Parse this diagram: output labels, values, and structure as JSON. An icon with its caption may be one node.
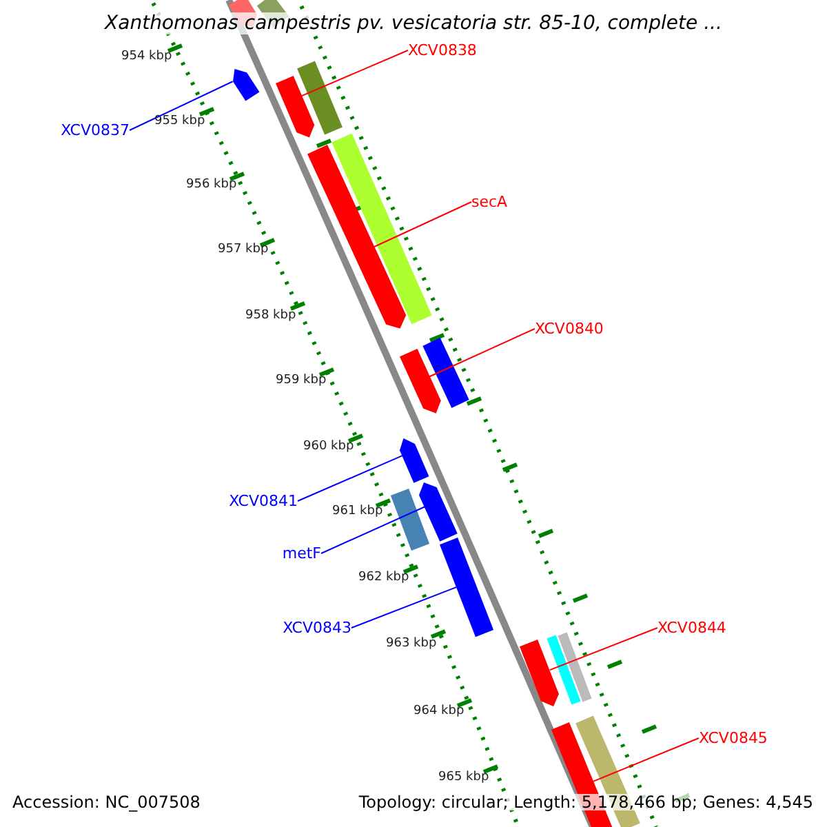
{
  "diagram": {
    "title": "Xanthomonas campestris pv. vesicatoria str. 85-10, complete ...",
    "nodes": [
      {
        "text": [
          "XCV0838"
        ]
      },
      {
        "text": [
          "XCV0837"
        ]
      },
      {
        "text": [
          "secA"
        ]
      },
      {
        "text": [
          "XCV0840"
        ]
      },
      {
        "text": [
          "XCV0841"
        ]
      },
      {
        "text": [
          "metF"
        ]
      },
      {
        "text": [
          "XCV0843"
        ]
      },
      {
        "text": [
          "XCV0844"
        ]
      },
      {
        "text": [
          "XCV0845"
        ]
      },
      {
        "text": [],
        "shape": "bar"
      },
      {
        "text": [],
        "shape": "bar"
      },
      {
        "text": [],
        "shape": "bar"
      },
      {
        "text": [],
        "shape": "bar"
      },
      {
        "text": [],
        "shape": "bar"
      },
      {
        "text": [],
        "shape": "bar"
      },
      {
        "text": [],
        "shape": "bar"
      },
      {
        "text": [],
        "shape": "bar"
      },
      {
        "text": [],
        "shape": "bar"
      }
    ],
    "edges": [
      {
        "from": 0,
        "to": 9,
        "arrow": "none"
      },
      {
        "from": 1,
        "to": 10,
        "arrow": "none",
        "color": "#0000ff"
      },
      {
        "from": 2,
        "to": 11,
        "arrow": "none"
      },
      {
        "from": 3,
        "to": 12,
        "arrow": "none"
      },
      {
        "from": 4,
        "to": 13,
        "arrow": "none",
        "color": "#0000ff"
      },
      {
        "from": 5,
        "to": 14,
        "arrow": "none",
        "color": "#0000ff"
      },
      {
        "from": 6,
        "to": 15,
        "arrow": "none",
        "color": "#0000ff"
      },
      {
        "from": 7,
        "to": 16,
        "arrow": "none"
      },
      {
        "from": 8,
        "to": 17,
        "arrow": "none"
      }
    ],
    "labels": [
      "954 kbp",
      "955 kbp",
      "956 kbp",
      "957 kbp",
      "958 kbp",
      "959 kbp",
      "960 kbp",
      "961 kbp",
      "962 kbp",
      "963 kbp",
      "964 kbp",
      "965 kbp",
      "Accession: NC_007508",
      "Topology: circular; Length: 5,178,466 bp; Genes: 4,545"
    ]
  }
}
